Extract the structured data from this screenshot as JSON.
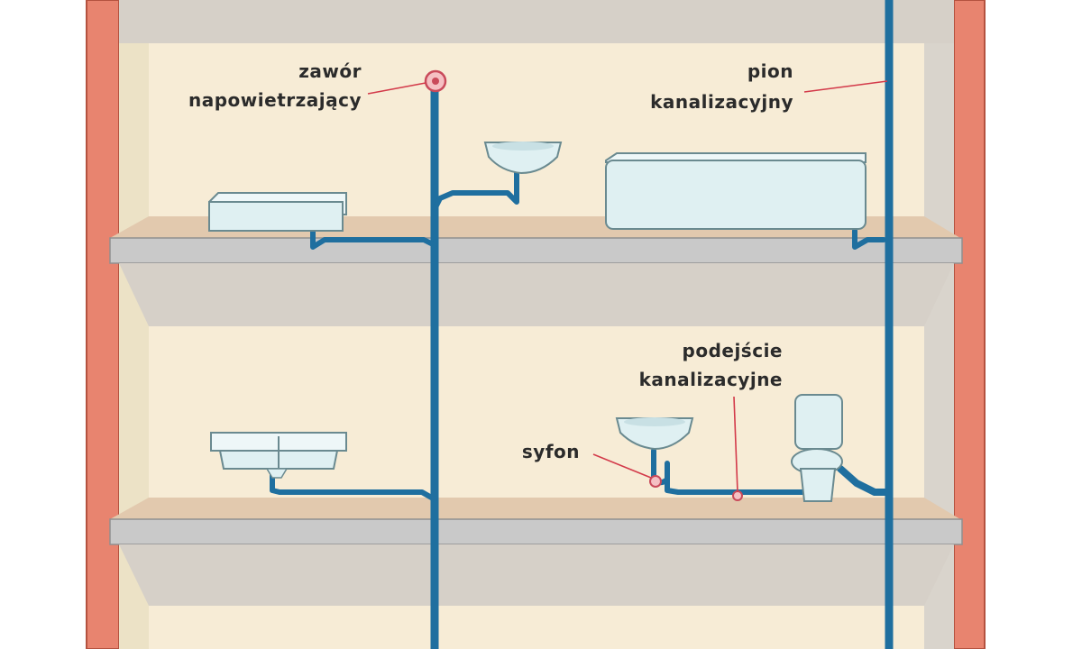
{
  "labels": {
    "vent_valve_line1": "zawór",
    "vent_valve_line2": "napowietrzający",
    "stack_line1": "pion",
    "stack_line2": "kanalizacyjny",
    "branch_line1": "podejście",
    "branch_line2": "kanalizacyjne",
    "trap": "syfon"
  },
  "colors": {
    "wall": "#e8846f",
    "wall_edge": "#b4523f",
    "room_background": "#f7ecd6",
    "slab": "#c9c9c9",
    "ceiling_shadow": "#d6d0c8",
    "pipe": "#1f6f9f",
    "fixture": "#dff0f2",
    "leader_line": "#d33a4a"
  }
}
